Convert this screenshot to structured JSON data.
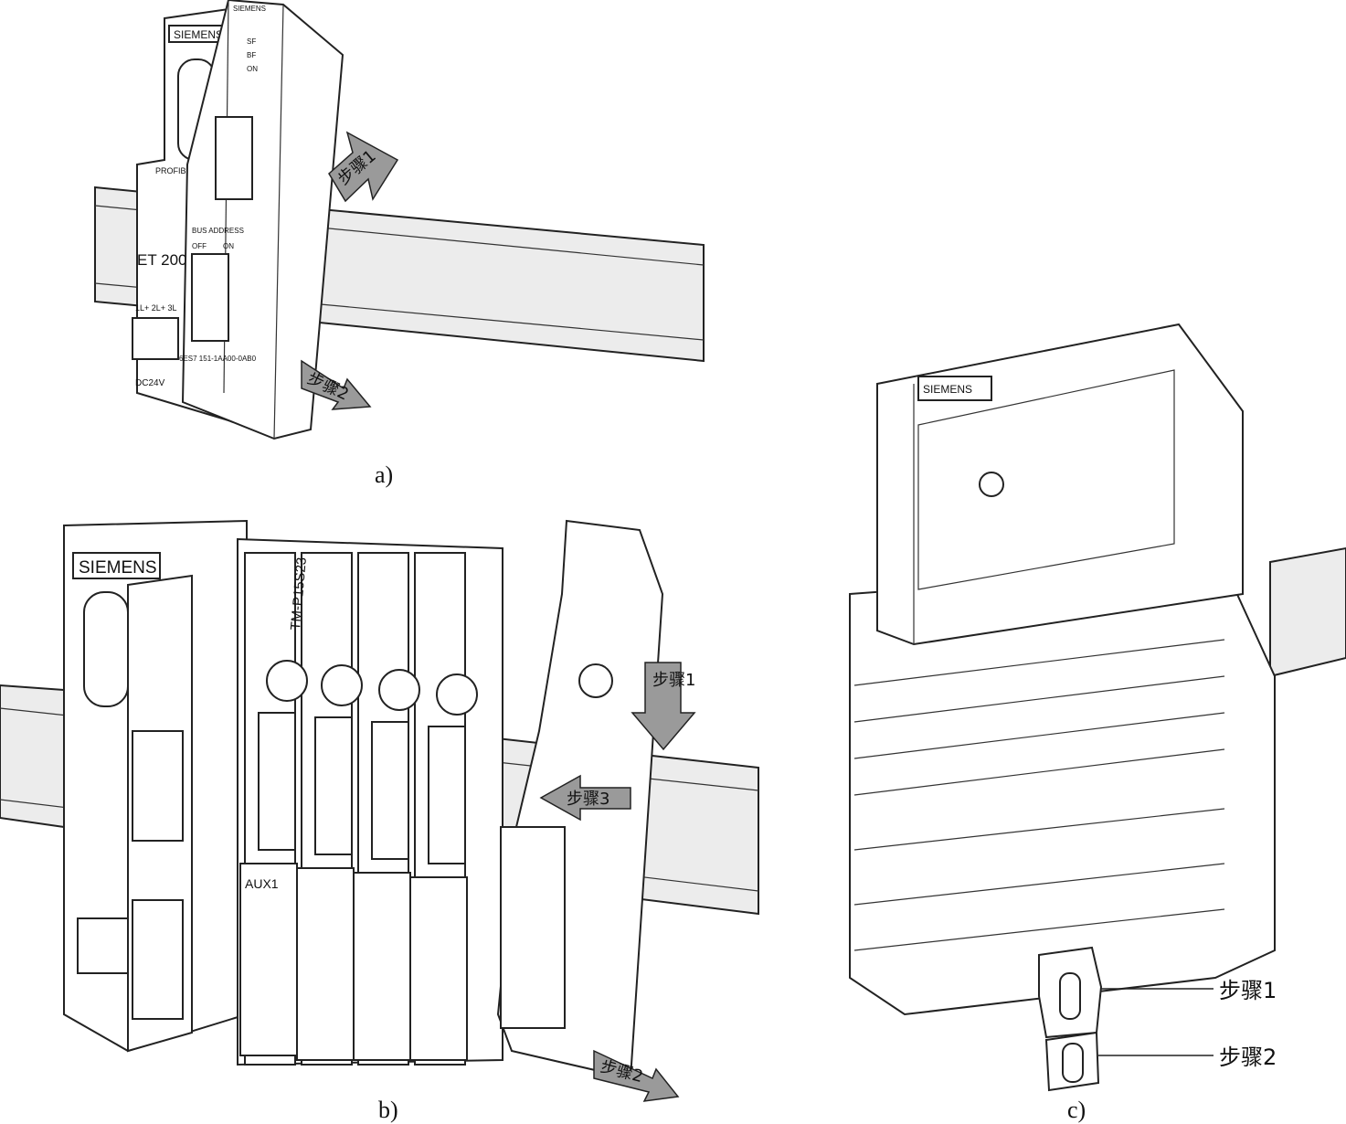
{
  "panels": {
    "a": {
      "caption": "a)",
      "steps": [
        "步骤1",
        "步骤2"
      ],
      "markings": {
        "brand": "SIEMENS",
        "led_labels": [
          "SF",
          "BF",
          "ON"
        ],
        "bus_label": "PROFIBUS-DP",
        "module_name": "ET 200",
        "address_label": "BUS ADDRESS",
        "off_label": "OFF",
        "on_label": "ON",
        "terminals": "1L+  2L+  3L",
        "part_number": "6ES7 151-1AA00-0AB0",
        "supply": "DC24V"
      }
    },
    "b": {
      "caption": "b)",
      "steps": [
        "步骤1",
        "步骤2",
        "步骤3"
      ],
      "markings": {
        "brand": "SIEMENS",
        "module_label": "TM-P15S23",
        "aux_label": "AUX1"
      }
    },
    "c": {
      "caption": "c)",
      "steps": [
        "步骤1",
        "步骤2"
      ],
      "markings": {
        "brand": "SIEMENS"
      }
    }
  }
}
